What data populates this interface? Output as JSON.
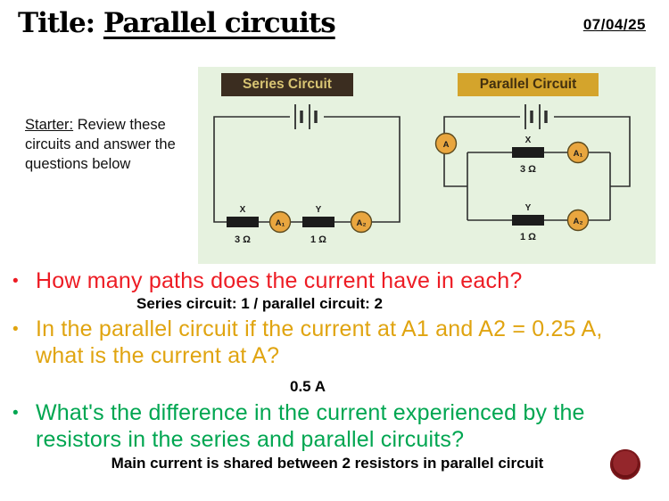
{
  "slide": {
    "title_prefix": "Title:",
    "title": "Parallel circuits",
    "date": "07/04/25",
    "starter_label": "Starter:",
    "starter_text": "Review these circuits and answer the questions below",
    "bullet": "•"
  },
  "colors": {
    "panel_bg": "#e6f2df",
    "series_label_bg": "#3b2d20",
    "series_label_fg": "#d8c473",
    "parallel_label_bg": "#d4a42c",
    "parallel_label_fg": "#43300f",
    "ammeter_fill": "#e9a63f",
    "ammeter_stroke": "#5b4a1e",
    "question_red": "#ed1c24",
    "question_gold": "#e0a410",
    "question_green": "#00a651"
  },
  "circuits": {
    "series": {
      "title": "Series Circuit",
      "resistor1": {
        "label": "X",
        "value": "3 Ω"
      },
      "ammeter1": "A₁",
      "resistor2": {
        "label": "Y",
        "value": "1 Ω"
      },
      "ammeter2": "A₂"
    },
    "parallel": {
      "title": "Parallel Circuit",
      "main_ammeter": "A",
      "resistor1": {
        "label": "X",
        "value": "3 Ω"
      },
      "ammeter1": "A₁",
      "resistor2": {
        "label": "Y",
        "value": "1 Ω"
      },
      "ammeter2": "A₂"
    }
  },
  "questions": [
    {
      "text": "How many paths does the current have in each?",
      "answer": "Series circuit: 1 / parallel circuit: 2"
    },
    {
      "text": "In the parallel circuit if the current at A1 and A2 = 0.25 A, what is the current at A?",
      "answer": "0.5 A"
    },
    {
      "text": "What's the difference in the current experienced by the resistors in the series and parallel circuits?",
      "answer": "Main current is shared between 2 resistors in parallel circuit"
    }
  ]
}
